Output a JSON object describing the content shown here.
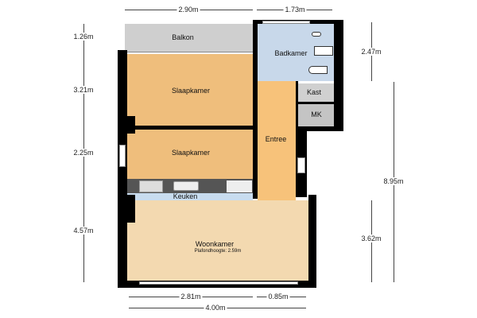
{
  "rooms": {
    "balkon": "Balkon",
    "badkamer": "Badkamer",
    "kast": "Kast",
    "mk": "MK",
    "slaapkamer1": "Slaapkamer",
    "slaapkamer2": "Slaapkamer",
    "entree": "Entree",
    "keuken": "Keuken",
    "woonkamer": "Woonkamer",
    "ceiling": "Plafondhoogte: 2.59m"
  },
  "dimensions": {
    "top_left": "2.90m",
    "top_right": "1.73m",
    "left_1": "1.26m",
    "left_2": "3.21m",
    "left_3": "2.25m",
    "left_4": "4.57m",
    "right_1": "2.47m",
    "right_total": "8.95m",
    "right_2": "3.62m",
    "bottom_1": "2.81m",
    "bottom_2": "0.85m",
    "bottom_total": "4.00m"
  },
  "colors": {
    "bedroom": "#efbe7c",
    "entree": "#f7c27a",
    "living": "#f3d9b0",
    "bath": "#c8d8ea",
    "balcony": "#cccccc",
    "wall": "#000000"
  }
}
